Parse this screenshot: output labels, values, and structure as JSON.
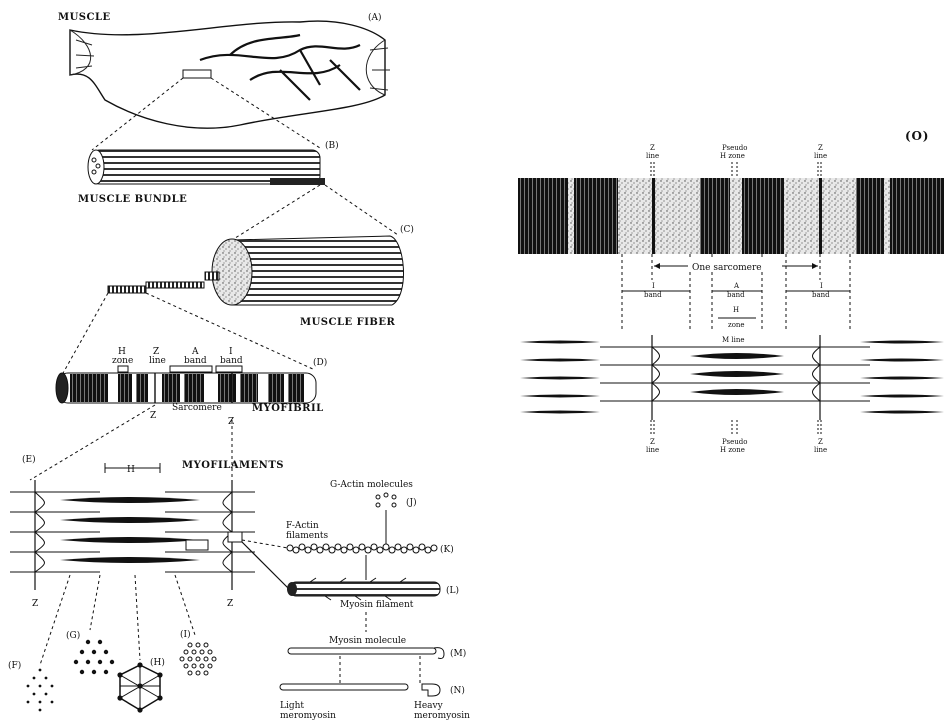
{
  "labels": {
    "muscle": "MUSCLE",
    "muscle_bundle": "MUSCLE BUNDLE",
    "muscle_fiber": "MUSCLE FIBER",
    "myofibril": "MYOFIBRIL",
    "myofilaments": "MYOFILAMENTS",
    "g_actin": "G-Actin molecules",
    "f_actin_1": "F-Actin",
    "f_actin_2": "filaments",
    "myosin_filament": "Myosin filament",
    "myosin_molecule": "Myosin molecule",
    "light_1": "Light",
    "light_2": "meromyosin",
    "heavy_1": "Heavy",
    "heavy_2": "meromyosin",
    "sarcomere": "Sarcomere",
    "one_sarcomere": "One sarcomere",
    "h": "H",
    "z": "Z"
  },
  "panel_letters": {
    "A": "(A)",
    "B": "(B)",
    "C": "(C)",
    "D": "(D)",
    "E": "(E)",
    "F": "(F)",
    "G": "(G)",
    "H": "(H)",
    "I": "(I)",
    "J": "(J)",
    "K": "(K)",
    "L": "(L)",
    "M": "(M)",
    "N": "(N)",
    "O": "(O)"
  },
  "d_labels": {
    "h_zone_1": "H",
    "h_zone_2": "zone",
    "z_line_1": "Z",
    "z_line_2": "line",
    "a_band_1": "A",
    "a_band_2": "band",
    "i_band_1": "I",
    "i_band_2": "band"
  },
  "o_labels": {
    "z_line_1": "Z",
    "z_line_2": "line",
    "pseudo_1": "Pseudo",
    "pseudo_2": "H zone",
    "i_band_1": "I",
    "i_band_2": "band",
    "a_band_1": "A",
    "a_band_2": "band",
    "h_1": "H",
    "h_2": "zone",
    "m_line": "M line"
  }
}
